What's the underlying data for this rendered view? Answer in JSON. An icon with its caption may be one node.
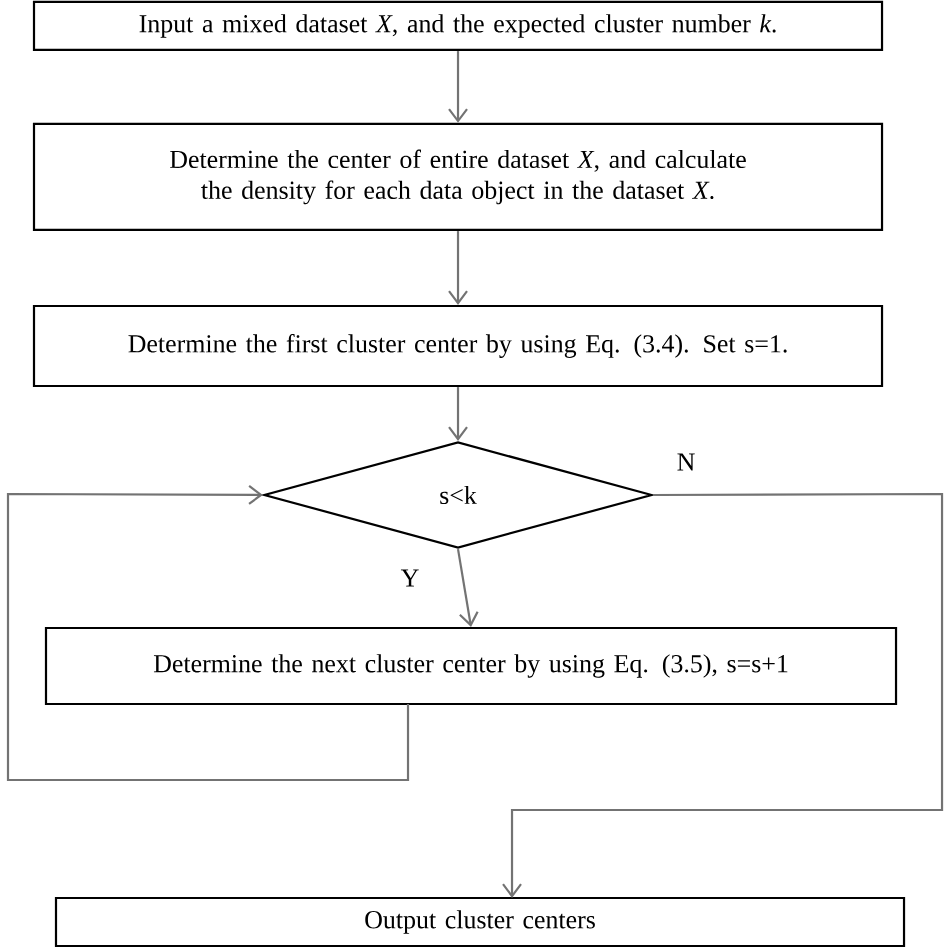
{
  "diagram": {
    "nodes": [
      {
        "text": [
          "Input a mixed dataset *X*, and the expected cluster number *k*."
        ]
      },
      {
        "text": [
          "Determine the center of entire dataset *X*, and calculate the density for each data object in the dataset *X*."
        ]
      },
      {
        "text": [
          "Determine the first cluster center by using Eq. (3.4). Set s=1."
        ]
      },
      {
        "text": [
          "s<k"
        ]
      },
      {
        "text": [
          "Determine the next cluster center by using Eq. (3.5), s=s+1"
        ]
      },
      {
        "text": [
          "Output cluster centers"
        ]
      }
    ],
    "edges": [
      {
        "from": 0,
        "to": 1,
        "arrow": "to"
      },
      {
        "from": 1,
        "to": 2,
        "arrow": "to"
      },
      {
        "from": 2,
        "to": 3,
        "arrow": "to"
      },
      {
        "from": 3,
        "to": 4,
        "arrow": "to",
        "label": "Y"
      },
      {
        "from": 4,
        "to": 3,
        "arrow": "to"
      },
      {
        "from": 3,
        "to": 5,
        "arrow": "to",
        "label": "N"
      }
    ]
  }
}
